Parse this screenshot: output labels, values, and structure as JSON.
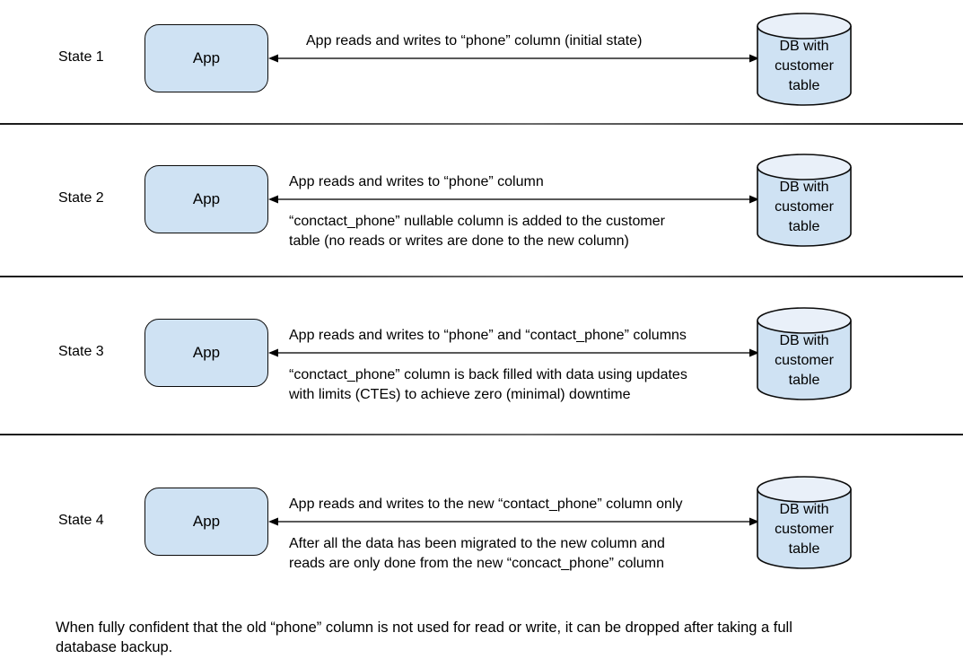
{
  "palette": {
    "background": "#ffffff",
    "shape_fill": "#cfe2f3",
    "cylinder_top_fill": "#e9f0f9",
    "stroke": "#000000",
    "text": "#000000",
    "divider": "#3a3a3a"
  },
  "rows": [
    {
      "state": "State 1",
      "app_label": "App",
      "db_label": "DB with\ncustomer\ntable",
      "above_label": "App reads and writes to “phone” column (initial state)",
      "below_label": ""
    },
    {
      "state": "State 2",
      "app_label": "App",
      "db_label": "DB with\ncustomer\ntable",
      "above_label": "App reads and writes to “phone” column",
      "below_label": "“conctact_phone” nullable column is added to the customer\ntable (no reads or writes are done to the new column)"
    },
    {
      "state": "State 3",
      "app_label": "App",
      "db_label": "DB with\ncustomer\ntable",
      "above_label": "App reads and writes to “phone” and “contact_phone” columns",
      "below_label": "“conctact_phone” column is back filled with data using updates\nwith limits (CTEs) to achieve zero (minimal) downtime"
    },
    {
      "state": "State 4",
      "app_label": "App",
      "db_label": "DB with\ncustomer\ntable",
      "above_label": "App reads and writes to the new “contact_phone” column only",
      "below_label": "After all the data has been migrated to the new column and\nreads are only done from the new “concact_phone” column"
    }
  ],
  "footer": "When fully confident that the old “phone” column is not used for read or write, it can be dropped after taking a full\ndatabase backup."
}
